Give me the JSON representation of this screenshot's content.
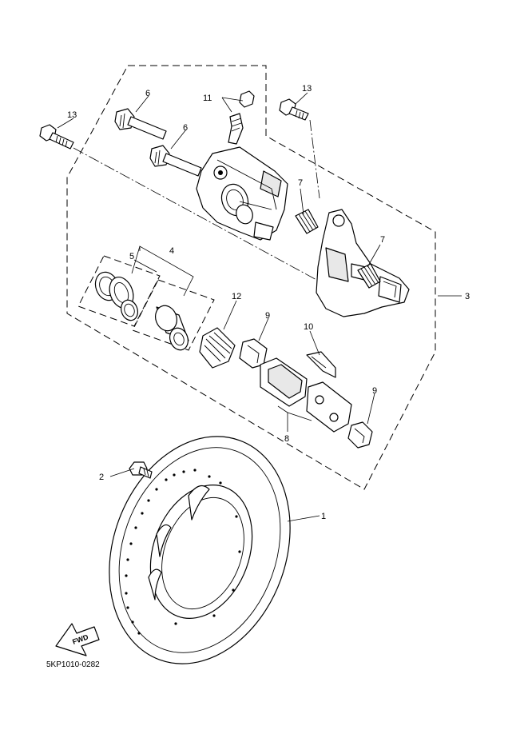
{
  "diagram": {
    "code": "5KP1010-0282",
    "fwd_label": "FWD",
    "callouts": [
      "1",
      "2",
      "3",
      "4",
      "5",
      "6",
      "6",
      "7",
      "7",
      "8",
      "9",
      "9",
      "10",
      "11",
      "12",
      "13",
      "13"
    ]
  }
}
